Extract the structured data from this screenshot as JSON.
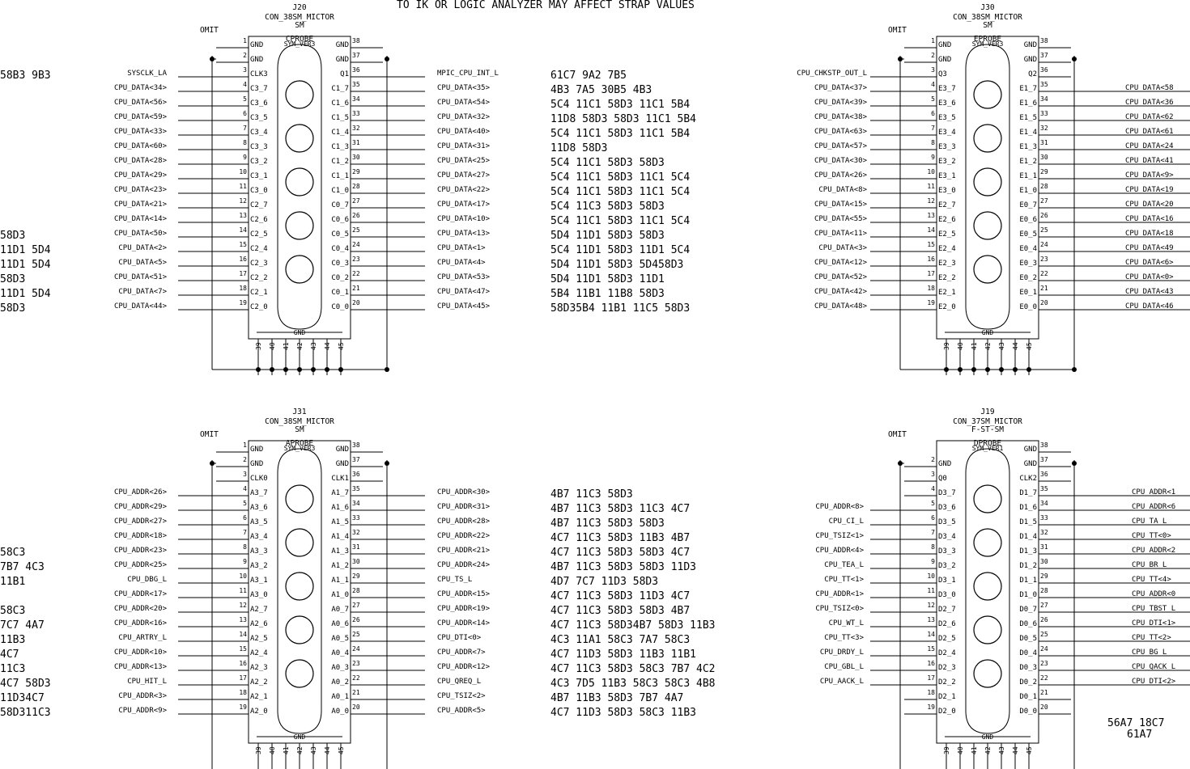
{
  "top_note": "TO IK OR LOGIC ANALYZER MAY AFFECT STRAP VALUES",
  "connectors": [
    {
      "refdes": "J20",
      "part": "CON_38SM_MICTOR",
      "pkg": "SM",
      "omit": "OMIT",
      "probe": "CPROBE",
      "sym": "SYM_VER3",
      "bottom_gnd": "GND",
      "bottom_pins": [
        "39",
        "40",
        "41",
        "42",
        "43",
        "44",
        "45"
      ],
      "left_pins": [
        {
          "num": "1",
          "name": "GND",
          "signal": "",
          "xref": ""
        },
        {
          "num": "2",
          "name": "GND",
          "signal": "",
          "xref": ""
        },
        {
          "num": "3",
          "name": "CLK3",
          "signal": "SYSCLK_LA",
          "xref": "58B3 9B3"
        },
        {
          "num": "4",
          "name": "C3_7",
          "signal": "CPU_DATA<34>",
          "xref": ""
        },
        {
          "num": "5",
          "name": "C3_6",
          "signal": "CPU_DATA<56>",
          "xref": ""
        },
        {
          "num": "6",
          "name": "C3_5",
          "signal": "CPU_DATA<59>",
          "xref": ""
        },
        {
          "num": "7",
          "name": "C3_4",
          "signal": "CPU_DATA<33>",
          "xref": ""
        },
        {
          "num": "8",
          "name": "C3_3",
          "signal": "CPU_DATA<60>",
          "xref": ""
        },
        {
          "num": "9",
          "name": "C3_2",
          "signal": "CPU_DATA<28>",
          "xref": ""
        },
        {
          "num": "10",
          "name": "C3_1",
          "signal": "CPU_DATA<29>",
          "xref": ""
        },
        {
          "num": "11",
          "name": "C3_0",
          "signal": "CPU_DATA<23>",
          "xref": ""
        },
        {
          "num": "12",
          "name": "C2_7",
          "signal": "CPU_DATA<21>",
          "xref": ""
        },
        {
          "num": "13",
          "name": "C2_6",
          "signal": "CPU_DATA<14>",
          "xref": ""
        },
        {
          "num": "14",
          "name": "C2_5",
          "signal": "CPU_DATA<50>",
          "xref": "58D3"
        },
        {
          "num": "15",
          "name": "C2_4",
          "signal": "CPU_DATA<2>",
          "xref": "11D1 5D4"
        },
        {
          "num": "16",
          "name": "C2_3",
          "signal": "CPU_DATA<5>",
          "xref": "11D1 5D4"
        },
        {
          "num": "17",
          "name": "C2_2",
          "signal": "CPU_DATA<51>",
          "xref": "58D3"
        },
        {
          "num": "18",
          "name": "C2_1",
          "signal": "CPU_DATA<7>",
          "xref": "11D1 5D4"
        },
        {
          "num": "19",
          "name": "C2_0",
          "signal": "CPU_DATA<44>",
          "xref": "58D3"
        }
      ],
      "right_pins": [
        {
          "num": "38",
          "name": "GND",
          "signal": "",
          "xref": ""
        },
        {
          "num": "37",
          "name": "GND",
          "signal": "",
          "xref": ""
        },
        {
          "num": "36",
          "name": "Q1",
          "signal": "MPIC_CPU_INT_L",
          "xref": "61C7 9A2  7B5"
        },
        {
          "num": "35",
          "name": "C1_7",
          "signal": "CPU_DATA<35>",
          "xref": "4B3  7A5  30B5 4B3"
        },
        {
          "num": "34",
          "name": "C1_6",
          "signal": "CPU_DATA<54>",
          "xref": "5C4  11C1   58D3 11C1 5B4"
        },
        {
          "num": "33",
          "name": "C1_5",
          "signal": "CPU_DATA<32>",
          "xref": "11D8 58D3    58D3 11C1 5B4"
        },
        {
          "num": "32",
          "name": "C1_4",
          "signal": "CPU_DATA<40>",
          "xref": "5C4  11C1   58D3 11C1 5B4"
        },
        {
          "num": "31",
          "name": "C1_3",
          "signal": "CPU_DATA<31>",
          "xref": "11D8 58D3"
        },
        {
          "num": "30",
          "name": "C1_2",
          "signal": "CPU_DATA<25>",
          "xref": "5C4  11C1 58D3   58D3"
        },
        {
          "num": "29",
          "name": "C1_1",
          "signal": "CPU_DATA<27>",
          "xref": "5C4  11C1 58D3   11C1 5C4"
        },
        {
          "num": "28",
          "name": "C1_0",
          "signal": "CPU_DATA<22>",
          "xref": "5C4  11C1 58D3   11C1 5C4"
        },
        {
          "num": "27",
          "name": "C0_7",
          "signal": "CPU_DATA<17>",
          "xref": "5C4  11C3 58D3        58D3"
        },
        {
          "num": "26",
          "name": "C0_6",
          "signal": "CPU_DATA<10>",
          "xref": "5C4  11C1 58D3   11C1 5C4"
        },
        {
          "num": "25",
          "name": "C0_5",
          "signal": "CPU_DATA<13>",
          "xref": "5D4  11D1 58D3   58D3"
        },
        {
          "num": "24",
          "name": "C0_4",
          "signal": "CPU_DATA<1>",
          "xref": "5C4  11D1 58D3   11D1 5C4"
        },
        {
          "num": "23",
          "name": "C0_3",
          "signal": "CPU_DATA<4>",
          "xref": "5D4  11D1 58D3      5D458D3"
        },
        {
          "num": "22",
          "name": "C0_2",
          "signal": "CPU_DATA<53>",
          "xref": "5D4  11D1 58D3      11D1"
        },
        {
          "num": "21",
          "name": "C0_1",
          "signal": "CPU_DATA<47>",
          "xref": "5B4  11B1 11B8      58D3"
        },
        {
          "num": "20",
          "name": "C0_0",
          "signal": "CPU_DATA<45>",
          "xref": "58D35B4  11B1 11C5 58D3"
        }
      ]
    },
    {
      "refdes": "J30",
      "part": "CON_38SM_MICTOR",
      "pkg": "SM",
      "omit": "OMIT",
      "probe": "EPROBE",
      "sym": "SYM_VER3",
      "bottom_gnd": "GND",
      "bottom_pins": [
        "39",
        "40",
        "41",
        "42",
        "43",
        "44",
        "45"
      ],
      "left_pins": [
        {
          "num": "1",
          "name": "GND",
          "signal": ""
        },
        {
          "num": "2",
          "name": "GND",
          "signal": ""
        },
        {
          "num": "3",
          "name": "Q3",
          "signal": "CPU_CHKSTP_OUT_L"
        },
        {
          "num": "4",
          "name": "E3_7",
          "signal": "CPU_DATA<37>"
        },
        {
          "num": "5",
          "name": "E3_6",
          "signal": "CPU_DATA<39>"
        },
        {
          "num": "6",
          "name": "E3_5",
          "signal": "CPU_DATA<38>"
        },
        {
          "num": "7",
          "name": "E3_4",
          "signal": "CPU_DATA<63>"
        },
        {
          "num": "8",
          "name": "E3_3",
          "signal": "CPU_DATA<57>"
        },
        {
          "num": "9",
          "name": "E3_2",
          "signal": "CPU_DATA<30>"
        },
        {
          "num": "10",
          "name": "E3_1",
          "signal": "CPU_DATA<26>"
        },
        {
          "num": "11",
          "name": "E3_0",
          "signal": "CPU_DATA<8>"
        },
        {
          "num": "12",
          "name": "E2_7",
          "signal": "CPU_DATA<15>"
        },
        {
          "num": "13",
          "name": "E2_6",
          "signal": "CPU_DATA<55>"
        },
        {
          "num": "14",
          "name": "E2_5",
          "signal": "CPU_DATA<11>"
        },
        {
          "num": "15",
          "name": "E2_4",
          "signal": "CPU_DATA<3>"
        },
        {
          "num": "16",
          "name": "E2_3",
          "signal": "CPU_DATA<12>"
        },
        {
          "num": "17",
          "name": "E2_2",
          "signal": "CPU_DATA<52>"
        },
        {
          "num": "18",
          "name": "E2_1",
          "signal": "CPU_DATA<42>"
        },
        {
          "num": "19",
          "name": "E2_0",
          "signal": "CPU_DATA<48>"
        }
      ],
      "right_pins": [
        {
          "num": "38",
          "name": "GND",
          "signal": ""
        },
        {
          "num": "37",
          "name": "GND",
          "signal": ""
        },
        {
          "num": "36",
          "name": "Q2",
          "signal": ""
        },
        {
          "num": "35",
          "name": "E1_7",
          "signal": "CPU_DATA<58"
        },
        {
          "num": "34",
          "name": "E1_6",
          "signal": "CPU_DATA<36"
        },
        {
          "num": "33",
          "name": "E1_5",
          "signal": "CPU_DATA<62"
        },
        {
          "num": "32",
          "name": "E1_4",
          "signal": "CPU_DATA<61"
        },
        {
          "num": "31",
          "name": "E1_3",
          "signal": "CPU_DATA<24"
        },
        {
          "num": "30",
          "name": "E1_2",
          "signal": "CPU_DATA<41"
        },
        {
          "num": "29",
          "name": "E1_1",
          "signal": "CPU_DATA<9>"
        },
        {
          "num": "28",
          "name": "E1_0",
          "signal": "CPU_DATA<19"
        },
        {
          "num": "27",
          "name": "E0_7",
          "signal": "CPU_DATA<20"
        },
        {
          "num": "26",
          "name": "E0_6",
          "signal": "CPU_DATA<16"
        },
        {
          "num": "25",
          "name": "E0_5",
          "signal": "CPU_DATA<18"
        },
        {
          "num": "24",
          "name": "E0_4",
          "signal": "CPU_DATA<49"
        },
        {
          "num": "23",
          "name": "E0_3",
          "signal": "CPU_DATA<6>"
        },
        {
          "num": "22",
          "name": "E0_2",
          "signal": "CPU_DATA<0>"
        },
        {
          "num": "21",
          "name": "E0_1",
          "signal": "CPU_DATA<43"
        },
        {
          "num": "20",
          "name": "E0_0",
          "signal": "CPU_DATA<46"
        }
      ]
    },
    {
      "refdes": "J31",
      "part": "CON_38SM_MICTOR",
      "pkg": "SM",
      "omit": "OMIT",
      "probe": "APROBE",
      "sym": "SYM_VER3",
      "bottom_gnd": "GND",
      "bottom_pins": [
        "39",
        "40",
        "41",
        "42",
        "43",
        "44",
        "45"
      ],
      "left_pins": [
        {
          "num": "1",
          "name": "GND",
          "signal": "",
          "xref": ""
        },
        {
          "num": "2",
          "name": "GND",
          "signal": "",
          "xref": ""
        },
        {
          "num": "3",
          "name": "CLK0",
          "signal": "",
          "xref": ""
        },
        {
          "num": "4",
          "name": "A3_7",
          "signal": "CPU_ADDR<26>",
          "xref": ""
        },
        {
          "num": "5",
          "name": "A3_6",
          "signal": "CPU_ADDR<29>",
          "xref": ""
        },
        {
          "num": "6",
          "name": "A3_5",
          "signal": "CPU_ADDR<27>",
          "xref": ""
        },
        {
          "num": "7",
          "name": "A3_4",
          "signal": "CPU_ADDR<18>",
          "xref": ""
        },
        {
          "num": "8",
          "name": "A3_3",
          "signal": "CPU_ADDR<23>",
          "xref": "58C3"
        },
        {
          "num": "9",
          "name": "A3_2",
          "signal": "CPU_ADDR<25>",
          "xref": "7B7  4C3"
        },
        {
          "num": "10",
          "name": "A3_1",
          "signal": "CPU_DBG_L",
          "xref": "11B1"
        },
        {
          "num": "11",
          "name": "A3_0",
          "signal": "CPU_ADDR<17>",
          "xref": ""
        },
        {
          "num": "12",
          "name": "A2_7",
          "signal": "CPU_ADDR<20>",
          "xref": "58C3"
        },
        {
          "num": "13",
          "name": "A2_6",
          "signal": "CPU_ADDR<16>",
          "xref": "7C7  4A7"
        },
        {
          "num": "14",
          "name": "A2_5",
          "signal": "CPU_ARTRY_L",
          "xref": "11B3"
        },
        {
          "num": "15",
          "name": "A2_4",
          "signal": "CPU_ADDR<10>",
          "xref": "4C7"
        },
        {
          "num": "16",
          "name": "A2_3",
          "signal": "CPU_ADDR<13>",
          "xref": "11C3"
        },
        {
          "num": "17",
          "name": "A2_2",
          "signal": "CPU_HIT_L",
          "xref": "4C7 58D3"
        },
        {
          "num": "18",
          "name": "A2_1",
          "signal": "CPU_ADDR<3>",
          "xref": "11D34C7"
        },
        {
          "num": "19",
          "name": "A2_0",
          "signal": "CPU_ADDR<9>",
          "xref": "58D311C3"
        }
      ],
      "right_pins": [
        {
          "num": "38",
          "name": "GND",
          "signal": "",
          "xref": ""
        },
        {
          "num": "37",
          "name": "GND",
          "signal": "",
          "xref": ""
        },
        {
          "num": "36",
          "name": "CLK1",
          "signal": "",
          "xref": ""
        },
        {
          "num": "35",
          "name": "A1_7",
          "signal": "CPU_ADDR<30>",
          "xref": "4B7  11C3 58D3"
        },
        {
          "num": "34",
          "name": "A1_6",
          "signal": "CPU_ADDR<31>",
          "xref": "4B7  11C3 58D3      11C3 4C7"
        },
        {
          "num": "33",
          "name": "A1_5",
          "signal": "CPU_ADDR<28>",
          "xref": "4B7  11C3 58D3           58D3"
        },
        {
          "num": "32",
          "name": "A1_4",
          "signal": "CPU_ADDR<22>",
          "xref": "4C7  11C3 58D3      11B3 4B7"
        },
        {
          "num": "31",
          "name": "A1_3",
          "signal": "CPU_ADDR<21>",
          "xref": "4C7  11C3 58D3      58D3 4C7"
        },
        {
          "num": "30",
          "name": "A1_2",
          "signal": "CPU_ADDR<24>",
          "xref": "4B7  11C3 58D3      58D3 11D3"
        },
        {
          "num": "29",
          "name": "A1_1",
          "signal": "CPU_TS_L",
          "xref": "4D7  7C7  11D3 58D3"
        },
        {
          "num": "28",
          "name": "A1_0",
          "signal": "CPU_ADDR<15>",
          "xref": "4C7  11C3 58D3      11D3 4C7"
        },
        {
          "num": "27",
          "name": "A0_7",
          "signal": "CPU_ADDR<19>",
          "xref": "4C7  11C3 58D3      58D3 4B7"
        },
        {
          "num": "26",
          "name": "A0_6",
          "signal": "CPU_ADDR<14>",
          "xref": "4C7  11C3 58D34B7 58D3 11B3"
        },
        {
          "num": "25",
          "name": "A0_5",
          "signal": "CPU_DTI<0>",
          "xref": "4C3  11A1 58C3  7A7  58C3"
        },
        {
          "num": "24",
          "name": "A0_4",
          "signal": "CPU_ADDR<7>",
          "xref": "4C7  11D3 58D3 11B3 11B1"
        },
        {
          "num": "23",
          "name": "A0_3",
          "signal": "CPU_ADDR<12>",
          "xref": "4C7  11C3 58D3  58C3 7B7  4C2"
        },
        {
          "num": "22",
          "name": "A0_2",
          "signal": "CPU_QREQ_L",
          "xref": "4C3  7D5  11B3 58C3   58C3 4B8"
        },
        {
          "num": "21",
          "name": "A0_1",
          "signal": "CPU_TSIZ<2>",
          "xref": "4B7  11B3 58D3      7B7  4A7"
        },
        {
          "num": "20",
          "name": "A0_0",
          "signal": "CPU_ADDR<5>",
          "xref": "4C7  11D3 58D3      58C3 11B3"
        }
      ]
    },
    {
      "refdes": "J19",
      "part": "CON_37SM_MICTOR",
      "pkg": "F-ST-SM",
      "omit": "OMIT",
      "probe": "DPROBE",
      "sym": "SYM_VER1",
      "bottom_gnd": "GND",
      "bottom_pins": [
        "39",
        "40",
        "41",
        "42",
        "43",
        "44",
        "45"
      ],
      "left_pins": [
        {
          "num": "",
          "name": "",
          "signal": ""
        },
        {
          "num": "2",
          "name": "GND",
          "signal": ""
        },
        {
          "num": "3",
          "name": "Q0",
          "signal": ""
        },
        {
          "num": "4",
          "name": "D3_7",
          "signal": ""
        },
        {
          "num": "5",
          "name": "D3_6",
          "signal": "CPU_ADDR<8>"
        },
        {
          "num": "6",
          "name": "D3_5",
          "signal": "CPU_CI_L"
        },
        {
          "num": "7",
          "name": "D3_4",
          "signal": "CPU_TSIZ<1>"
        },
        {
          "num": "8",
          "name": "D3_3",
          "signal": "CPU_ADDR<4>"
        },
        {
          "num": "9",
          "name": "D3_2",
          "signal": "CPU_TEA_L"
        },
        {
          "num": "10",
          "name": "D3_1",
          "signal": "CPU_TT<1>"
        },
        {
          "num": "11",
          "name": "D3_0",
          "signal": "CPU_ADDR<1>"
        },
        {
          "num": "12",
          "name": "D2_7",
          "signal": "CPU_TSIZ<0>"
        },
        {
          "num": "13",
          "name": "D2_6",
          "signal": "CPU_WT_L"
        },
        {
          "num": "14",
          "name": "D2_5",
          "signal": "CPU_TT<3>"
        },
        {
          "num": "15",
          "name": "D2_4",
          "signal": "CPU_DRDY_L"
        },
        {
          "num": "16",
          "name": "D2_3",
          "signal": "CPU_GBL_L"
        },
        {
          "num": "17",
          "name": "D2_2",
          "signal": "CPU_AACK_L"
        },
        {
          "num": "18",
          "name": "D2_1",
          "signal": ""
        },
        {
          "num": "19",
          "name": "D2_0",
          "signal": ""
        }
      ],
      "right_pins": [
        {
          "num": "38",
          "name": "GND",
          "signal": ""
        },
        {
          "num": "37",
          "name": "GND",
          "signal": ""
        },
        {
          "num": "36",
          "name": "CLK2",
          "signal": ""
        },
        {
          "num": "35",
          "name": "D1_7",
          "signal": "CPU_ADDR<1"
        },
        {
          "num": "34",
          "name": "D1_6",
          "signal": "CPU_ADDR<6"
        },
        {
          "num": "33",
          "name": "D1_5",
          "signal": "CPU_TA_L"
        },
        {
          "num": "32",
          "name": "D1_4",
          "signal": "CPU_TT<0>"
        },
        {
          "num": "31",
          "name": "D1_3",
          "signal": "CPU_ADDR<2"
        },
        {
          "num": "30",
          "name": "D1_2",
          "signal": "CPU_BR_L"
        },
        {
          "num": "29",
          "name": "D1_1",
          "signal": "CPU_TT<4>"
        },
        {
          "num": "28",
          "name": "D1_0",
          "signal": "CPU_ADDR<0"
        },
        {
          "num": "27",
          "name": "D0_7",
          "signal": "CPU_TBST_L"
        },
        {
          "num": "26",
          "name": "D0_6",
          "signal": "CPU_DTI<1>"
        },
        {
          "num": "25",
          "name": "D0_5",
          "signal": "CPU_TT<2>"
        },
        {
          "num": "24",
          "name": "D0_4",
          "signal": "CPU_BG_L"
        },
        {
          "num": "23",
          "name": "D0_3",
          "signal": "CPU_QACK_L"
        },
        {
          "num": "22",
          "name": "D0_2",
          "signal": "CPU_DTI<2>"
        },
        {
          "num": "21",
          "name": "D0_1",
          "signal": ""
        },
        {
          "num": "20",
          "name": "D0_0",
          "signal": ""
        }
      ]
    }
  ],
  "j19_xref_note": "56A7 18C7",
  "j19_xref_note2": "61A7"
}
